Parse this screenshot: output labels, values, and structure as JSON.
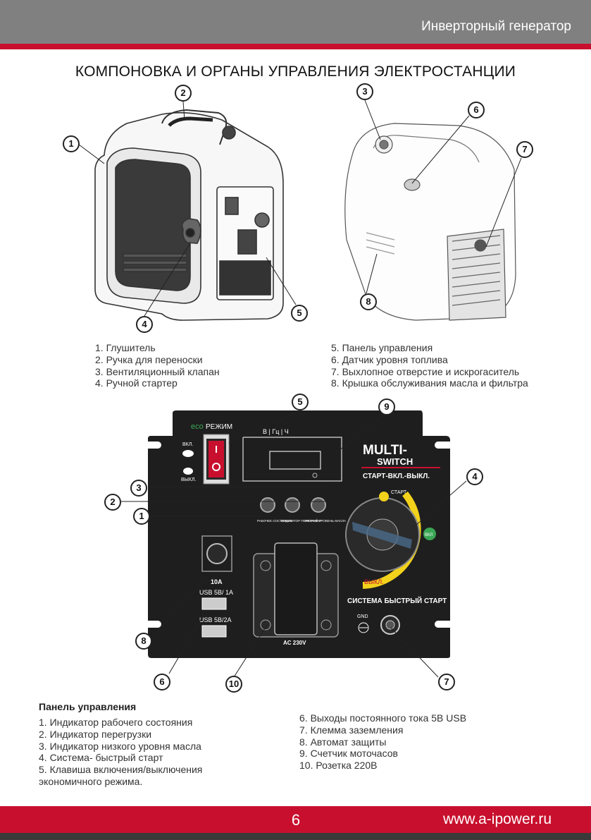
{
  "header": {
    "title": "Инверторный генератор"
  },
  "page_title": "КОМПОНОВКА И ОРГАНЫ УПРАВЛЕНИЯ ЭЛЕКТРОСТАНЦИИ",
  "callouts": {
    "c1": "1",
    "c2": "2",
    "c3": "3",
    "c4": "4",
    "c5": "5",
    "c6": "6",
    "c7": "7",
    "c8": "8",
    "p5": "5",
    "p9": "9",
    "p3": "3",
    "p2": "2",
    "p1": "1",
    "p4": "4",
    "p8": "8",
    "p6": "6",
    "p10": "10",
    "p7": "7"
  },
  "parts_left": [
    "1. Глушитель",
    "2. Ручка для переноски",
    "3. Вентиляционный клапан",
    "4. Ручной стартер"
  ],
  "parts_right": [
    "5. Панель управления",
    "6. Датчик уровня топлива",
    "7. Выхлопное отверстие и искрогаситель",
    "8. Крышка обслуживания масла и фильтра"
  ],
  "control_panel": {
    "eco_prefix": "eco",
    "eco_mode": "РЕЖИМ",
    "on_label": "ВКЛ.",
    "off_label": "ВЫКЛ.",
    "meter_units": "В  |  Гц  |  Ч",
    "brand_line1": "MULTI-",
    "brand_line2": "SWITCH",
    "start_line": "СТАРТ-ВКЛ.-ВЫКЛ.",
    "dial_start": "СТАРТ",
    "dial_on": "ВКЛ",
    "dial_off": "ВЫКЛ.",
    "indicator_1": "РАБОЧЕЕ СОСТОЯНИЕ",
    "indicator_2": "ИНДИКАТОР ПЕРЕГРУЗКИ",
    "indicator_3": "НИЗКИЙ УРОВЕНЬ МАСЛА",
    "breaker_label": "10A",
    "usb1_label": "USB 5B/ 1A",
    "usb2_label": "USB 5B/2A",
    "socket_label": "AC 230V",
    "quick_start": "СИСТЕМА БЫСТРЫЙ СТАРТ",
    "gnd_label": "GND"
  },
  "panel_heading": "Панель управления",
  "panel_left": [
    "1. Индикатор рабочего состояния",
    "2. Индикатор перегрузки",
    "3. Индикатор низкого уровня масла",
    "4. Система- быстрый старт",
    "5. Клавиша включения/выключения",
    "экономичного  режима."
  ],
  "panel_right": [
    "6. Выходы постоянного тока 5В  USB",
    "7. Клемма заземления",
    "8. Автомат защиты",
    "9. Счетчик моточасов",
    "10. Розетка 220В"
  ],
  "footer": {
    "page_number": "6",
    "url": "www.a-ipower.ru"
  },
  "colors": {
    "accent_red": "#c8102e",
    "header_gray": "#808080",
    "eco_green": "#3aa655",
    "dial_yellow": "#f2d21b"
  }
}
